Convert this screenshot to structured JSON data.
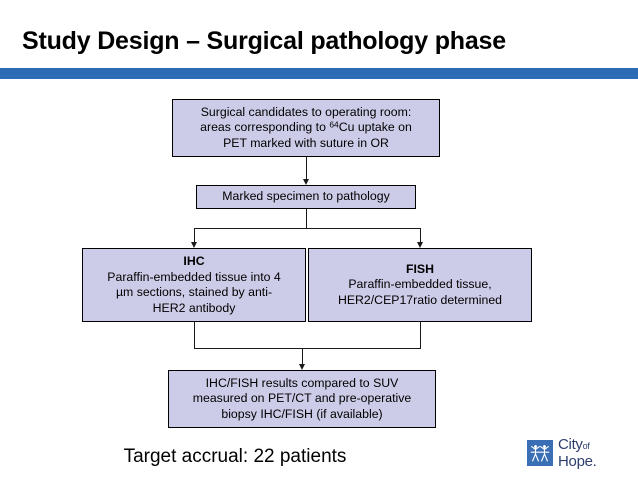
{
  "slide": {
    "title": "Study Design – Surgical pathology phase",
    "accent_color": "#2d6cb4",
    "node_fill_color": "#ccccE8"
  },
  "flow": {
    "type": "flowchart",
    "nodes": [
      {
        "id": "operating-room",
        "header": "",
        "line1": "Surgical candidates to operating room:",
        "line2_pre": "areas corresponding to ",
        "line2_sup": "64",
        "line2_post": "Cu uptake on",
        "line3": "PET marked with suture in OR"
      },
      {
        "id": "pathology",
        "text": "Marked specimen to pathology"
      },
      {
        "id": "ihc",
        "header": "IHC",
        "line1": "Paraffin-embedded tissue into 4",
        "line2": "µm sections, stained by anti-",
        "line3": "HER2 antibody"
      },
      {
        "id": "fish",
        "header": "FISH",
        "line1": "Paraffin-embedded tissue,",
        "line2": "HER2/CEP17ratio determined"
      },
      {
        "id": "results",
        "line1": "IHC/FISH results compared to SUV",
        "line2": "measured on PET/CT and pre-operative",
        "line3": "biopsy IHC/FISH (if available)"
      }
    ]
  },
  "accrual": {
    "text": "Target accrual: 22 patients"
  },
  "logo": {
    "line1": "City",
    "superscript": "of",
    "line2": "Hope."
  }
}
